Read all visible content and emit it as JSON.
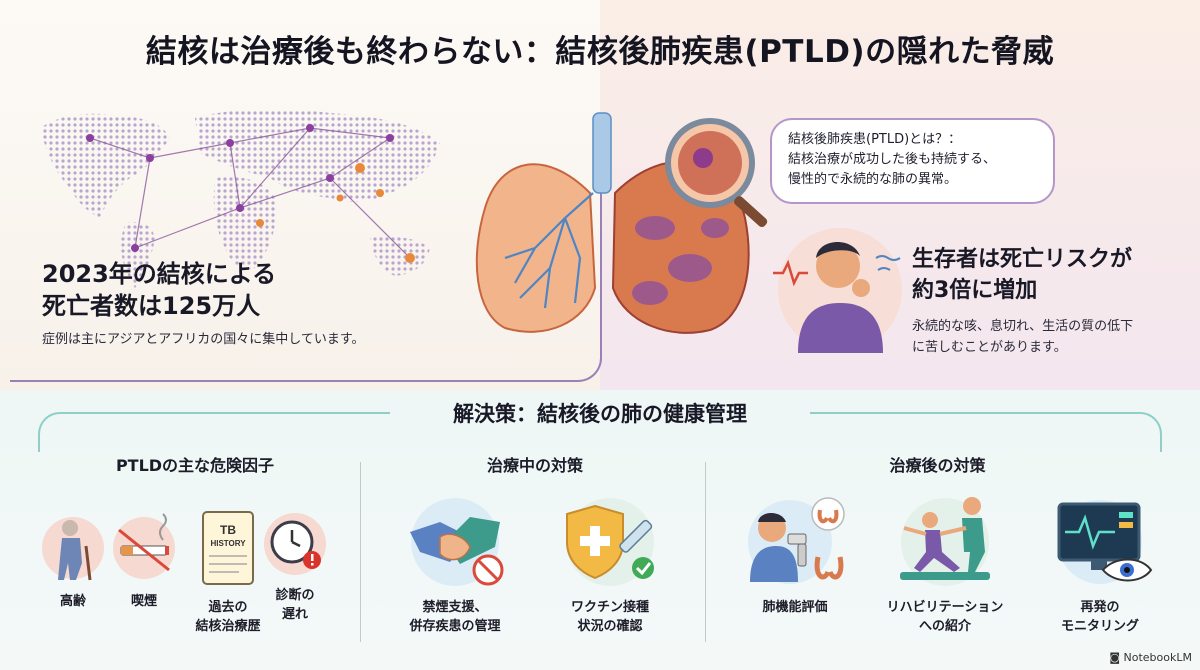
{
  "title": "結核は治療後も終わらない：結核後肺疾患(PTLD)の隠れた脅威",
  "stat": {
    "line1": "2023年の結核による",
    "line2": "死亡者数は125万人",
    "sub": "症例は主にアジアとアフリカの国々に集中しています。"
  },
  "callout": {
    "line1": "結核後肺疾患(PTLD)とは？：",
    "line2": "結核治療が成功した後も持続する、",
    "line3": "慢性的で永続的な肺の異常。"
  },
  "risk": {
    "line1": "生存者は死亡リスクが",
    "line2": "約3倍に増加",
    "sub1": "永続的な咳、息切れ、生活の質の低下",
    "sub2": "に苦しむことがあります。"
  },
  "solution_title": "解決策：結核後の肺の健康管理",
  "sections": {
    "risk_factors": {
      "title": "PTLDの主な危険因子",
      "items": [
        {
          "label1": "高齢",
          "label2": ""
        },
        {
          "label1": "喫煙",
          "label2": ""
        },
        {
          "label1": "過去の",
          "label2": "結核治療歴",
          "icon_text1": "TB",
          "icon_text2": "HISTORY"
        },
        {
          "label1": "診断の",
          "label2": "遅れ"
        }
      ]
    },
    "during": {
      "title": "治療中の対策",
      "items": [
        {
          "label1": "禁煙支援、",
          "label2": "併存疾患の管理"
        },
        {
          "label1": "ワクチン接種",
          "label2": "状況の確認"
        }
      ]
    },
    "after": {
      "title": "治療後の対策",
      "items": [
        {
          "label1": "肺機能評価",
          "label2": ""
        },
        {
          "label1": "リハビリテーション",
          "label2": "への紹介"
        },
        {
          "label1": "再発の",
          "label2": "モニタリング"
        }
      ]
    }
  },
  "brand": "NotebookLM",
  "colors": {
    "accent_purple": "#9b7fb7",
    "accent_teal": "#8fcfc7",
    "lung_orange": "#e58a5a"
  }
}
